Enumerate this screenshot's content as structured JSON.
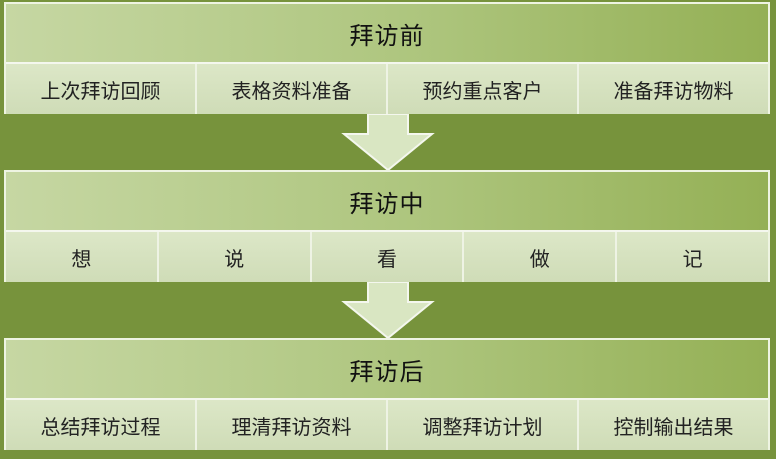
{
  "stages": [
    {
      "title": "拜访前",
      "items": [
        "上次拜访回顾",
        "表格资料准备",
        "预约重点客户",
        "准备拜访物料"
      ]
    },
    {
      "title": "拜访中",
      "items": [
        "想",
        "说",
        "看",
        "做",
        "记"
      ]
    },
    {
      "title": "拜访后",
      "items": [
        "总结拜访过程",
        "理清拜访资料",
        "调整拜访计划",
        "控制输出结果"
      ]
    }
  ],
  "colors": {
    "background": "#77933c",
    "stage_fill": "#adc57d",
    "item_fill": "#d7e4c1",
    "arrow_fill": "#d9e6c2"
  }
}
